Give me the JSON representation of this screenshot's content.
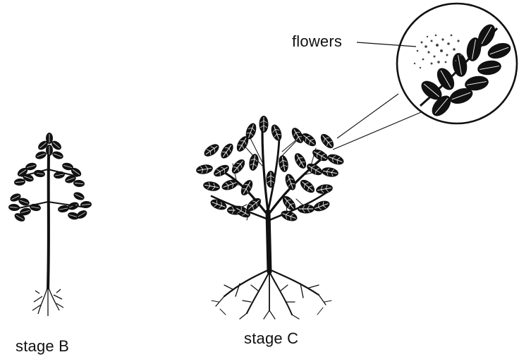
{
  "labels": {
    "stage_b": "stage B",
    "stage_c": "stage C",
    "flowers": "flowers"
  },
  "colors": {
    "ink": "#111111",
    "background": "#ffffff"
  }
}
